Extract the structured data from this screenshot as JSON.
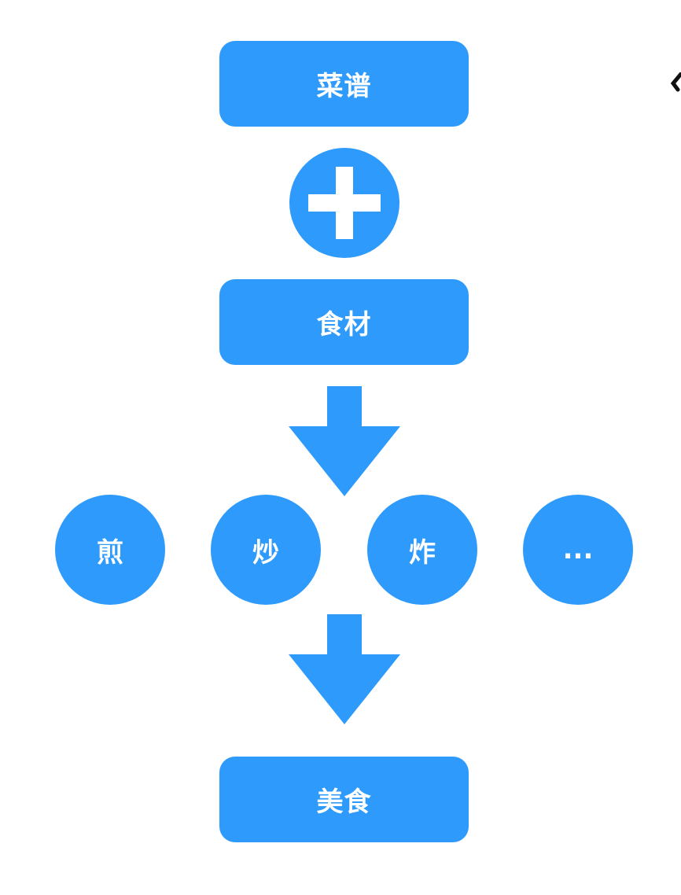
{
  "colors": {
    "node_fill": "#2e9bfc",
    "node_text": "#ffffff",
    "background": "#ffffff"
  },
  "diagram": {
    "recipe_label": "菜谱",
    "operator_icon": "plus-icon",
    "ingredients_label": "食材",
    "methods": [
      {
        "label": "煎"
      },
      {
        "label": "炒"
      },
      {
        "label": "炸"
      },
      {
        "label": "..."
      }
    ],
    "result_label": "美食"
  }
}
